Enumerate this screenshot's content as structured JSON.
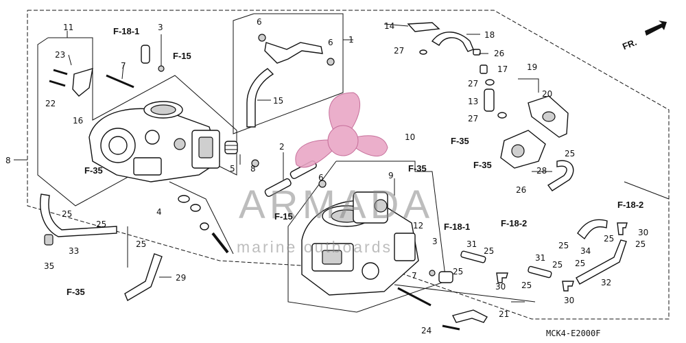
{
  "watermark": {
    "brand": "ARMADA",
    "tagline": "marine outboards",
    "petal_color": "#e9a7c6",
    "petal_stroke": "#c06090"
  },
  "diagram_code": "MCK4-E2000F",
  "front_marker": "FR.",
  "refs": {
    "f18_1_top": "F-18-1",
    "f15_top": "F-15",
    "f35_left": "F-35",
    "f35_right_top": "F-35",
    "f35_right_bottom": "F-35",
    "f35_center": "F-35",
    "f15_center": "F-15",
    "f18_1_right": "F-18-1",
    "f18_2_center": "F-18-2",
    "f18_2_right": "F-18-2",
    "f35_bottom_left": "F-35"
  },
  "labels": {
    "n1": "1",
    "n2": "2",
    "n3_top": "3",
    "n3_mid": "3",
    "n4": "4",
    "n5": "5",
    "n6_a": "6",
    "n6_b": "6",
    "n6_c": "6",
    "n7_top": "7",
    "n7_bottom": "7",
    "n8_a": "8",
    "n8_b": "8",
    "n9": "9",
    "n10": "10",
    "n11": "11",
    "n12": "12",
    "n13": "13",
    "n14": "14",
    "n15": "15",
    "n16": "16",
    "n17": "17",
    "n18": "18",
    "n19": "19",
    "n20": "20",
    "n21": "21",
    "n22": "22",
    "n23": "23",
    "n24": "24",
    "n25_a": "25",
    "n25_b": "25",
    "n25_c": "25",
    "n25_d": "25",
    "n25_e": "25",
    "n25_f": "25",
    "n25_g": "25",
    "n25_h": "25",
    "n25_i": "25",
    "n25_j": "25",
    "n25_k": "25",
    "n25_l": "25",
    "n26_a": "26",
    "n26_b": "26",
    "n27_a": "27",
    "n27_b": "27",
    "n27_c": "27",
    "n28": "28",
    "n29": "29",
    "n30_a": "30",
    "n30_b": "30",
    "n30_c": "30",
    "n31_a": "31",
    "n31_b": "31",
    "n32": "32",
    "n33": "33",
    "n34": "34",
    "n35": "35"
  }
}
